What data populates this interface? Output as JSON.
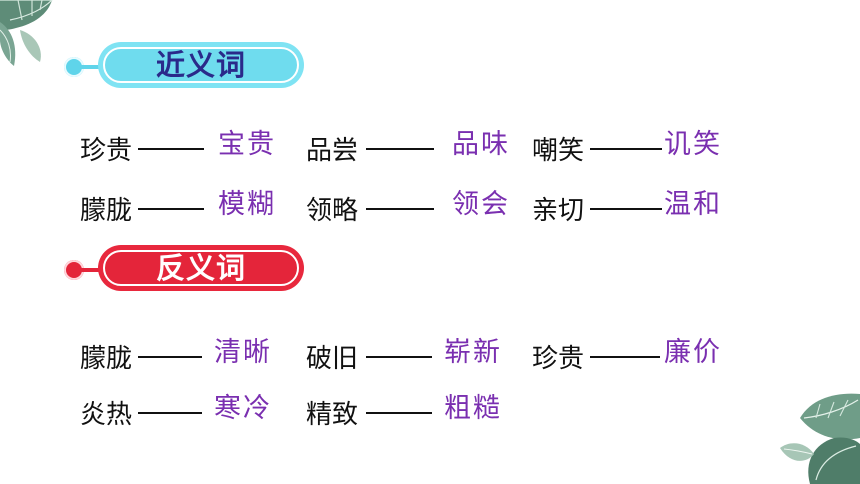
{
  "palette": {
    "synonym_badge": "#6fdcee",
    "synonym_text": "#2a2a8a",
    "antonym_badge": "#e4253a",
    "antonym_text": "#ffffff",
    "word_color": "#111111",
    "answer_color": "#7a2fb0"
  },
  "synonyms": {
    "title": "近义词",
    "rows": [
      [
        {
          "word": "珍贵",
          "dash": "——",
          "answer": "宝贵"
        },
        {
          "word": "品尝",
          "dash": "——",
          "answer": "品味"
        },
        {
          "word": "嘲笑",
          "dash": "——",
          "answer": "讥笑"
        }
      ],
      [
        {
          "word": "朦胧",
          "dash": "——",
          "answer": "模糊"
        },
        {
          "word": "领略",
          "dash": "——",
          "answer": "领会"
        },
        {
          "word": "亲切",
          "dash": "——",
          "answer": "温和"
        }
      ]
    ]
  },
  "antonyms": {
    "title": "反义词",
    "rows": [
      [
        {
          "word": "朦胧",
          "dash": "——",
          "answer": "清晰"
        },
        {
          "word": "破旧",
          "dash": "——",
          "answer": "崭新"
        },
        {
          "word": "珍贵",
          "dash": "——",
          "answer": "廉价"
        }
      ],
      [
        {
          "word": "炎热",
          "dash": "——",
          "answer": "寒冷"
        },
        {
          "word": "精致",
          "dash": "——",
          "answer": "粗糙"
        }
      ]
    ]
  },
  "decorations": {
    "top_left": "tropical-leaf-icon",
    "bottom_right": "tropical-leaf-icon"
  }
}
